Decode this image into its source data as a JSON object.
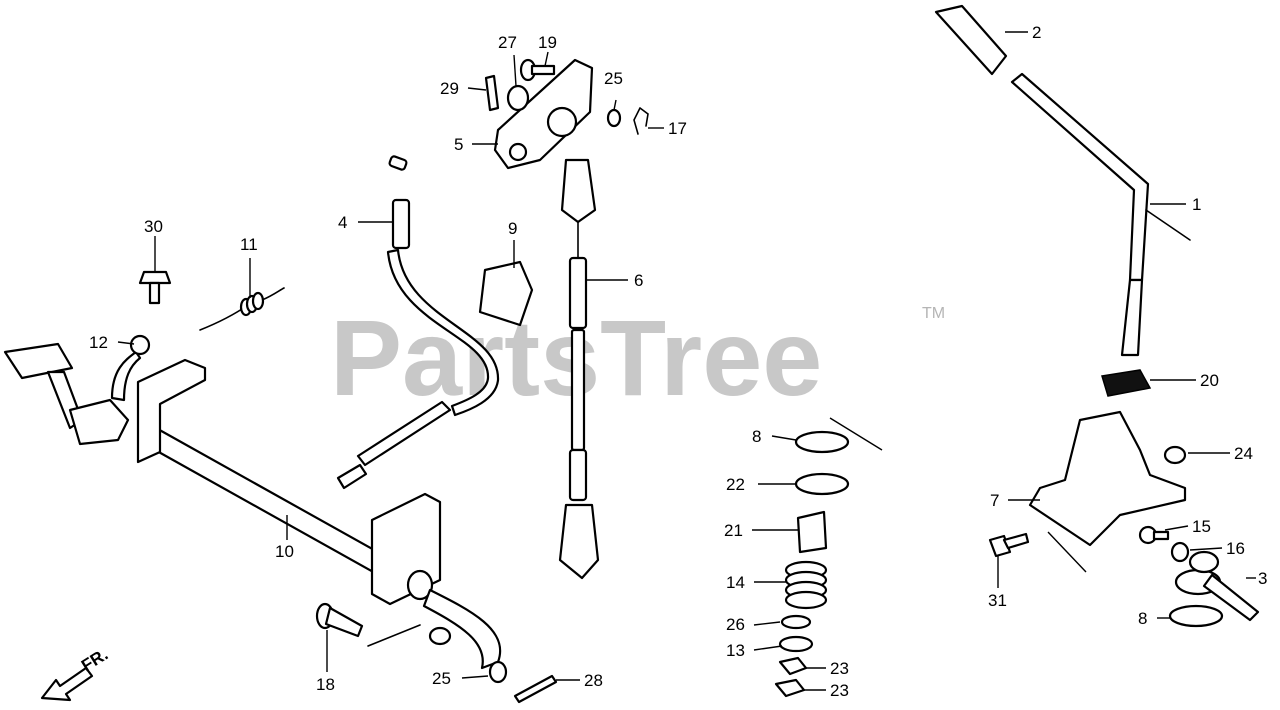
{
  "watermark": {
    "brand": "PartsTree",
    "trademark": "TM"
  },
  "direction_marker": "FR.",
  "callouts": {
    "c1": "1",
    "c2": "2",
    "c3": "3",
    "c4": "4",
    "c5": "5",
    "c6": "6",
    "c7": "7",
    "c8a": "8",
    "c8b": "8",
    "c9": "9",
    "c10": "10",
    "c11": "11",
    "c12": "12",
    "c13": "13",
    "c14": "14",
    "c15": "15",
    "c16": "16",
    "c17": "17",
    "c18": "18",
    "c19": "19",
    "c20": "20",
    "c21": "21",
    "c22": "22",
    "c23a": "23",
    "c23b": "23",
    "c24": "24",
    "c25a": "25",
    "c25b": "25",
    "c26": "26",
    "c27": "27",
    "c28": "28",
    "c29": "29",
    "c30": "30",
    "c31": "31"
  }
}
